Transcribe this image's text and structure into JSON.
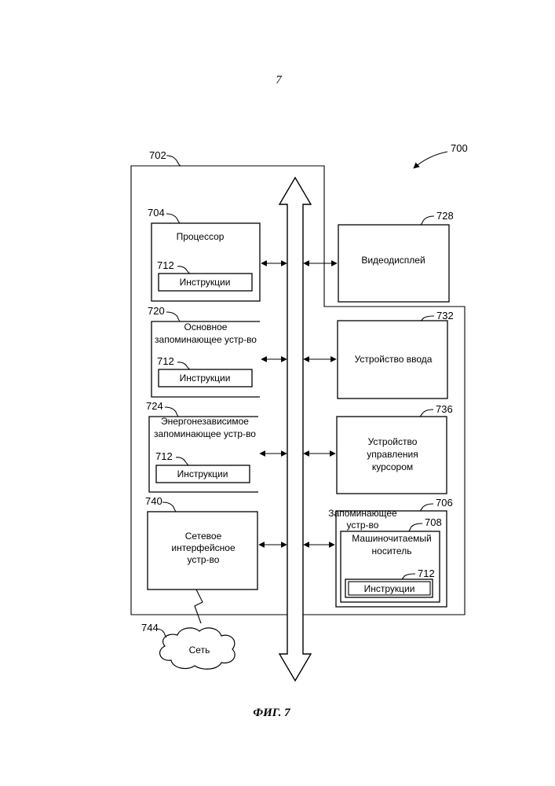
{
  "page": {
    "number": "7",
    "caption": "ФИГ. 7"
  },
  "refs": {
    "system": "700",
    "computer": "702",
    "processor": "704",
    "storage": "706",
    "medium": "708",
    "instructions": "712",
    "main_memory": "720",
    "nv_memory": "724",
    "display": "728",
    "input": "732",
    "cursor": "736",
    "netif": "740",
    "network": "744"
  },
  "blocks": {
    "processor": {
      "label": "Процессор"
    },
    "main_memory": {
      "line1": "Основное",
      "line2": "запоминающее устр-во"
    },
    "nv_memory": {
      "line1": "Энергонезависимое",
      "line2": "запоминающее устр-во"
    },
    "netif": {
      "line1": "Сетевое",
      "line2": "интерфейсное",
      "line3": "устр-во"
    },
    "display": {
      "label": "Видеодисплей"
    },
    "input": {
      "label": "Устройство ввода"
    },
    "cursor": {
      "line1": "Устройство",
      "line2": "управления",
      "line3": "курсором"
    },
    "storage": {
      "line1": "Запоминающее",
      "line2": "устр-во"
    },
    "medium": {
      "line1": "Машиночитаемый",
      "line2": "носитель"
    },
    "instructions": {
      "label": "Инструкции"
    },
    "network": {
      "label": "Сеть"
    }
  }
}
